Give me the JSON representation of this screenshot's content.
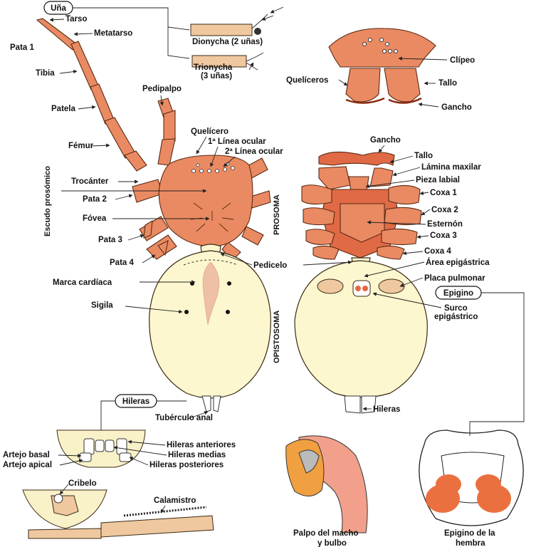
{
  "labels": {
    "una": "Uña",
    "tarso": "Tarso",
    "metatarso": "Metatarso",
    "pata1": "Pata 1",
    "tibia": "Tibia",
    "patela": "Patela",
    "femur": "Fémur",
    "pedipalpo": "Pedipalpo",
    "trocanter": "Trocánter",
    "pata2": "Pata 2",
    "fovea": "Fóvea",
    "pata3": "Pata 3",
    "pata4": "Pata 4",
    "marca_cardiaca": "Marca cardíaca",
    "sigila": "Sigila",
    "escudo_prosomico": "Escudo prosómico",
    "dionycha": "Dionycha (2 uñas)",
    "trionycha_1": "Trionycha",
    "trionycha_2": "(3 uñas)",
    "queliceros": "Quelíceros",
    "clipeo": "Clípeo",
    "tallo_top": "Tallo",
    "gancho_top": "Gancho",
    "quelicero": "Quelícero",
    "linea_ocular_1": "1ª Línea ocular",
    "linea_ocular_2": "2ª Línea ocular",
    "gancho": "Gancho",
    "tallo": "Tallo",
    "lamina_maxilar": "Lámina maxilar",
    "pieza_labial": "Pieza labial",
    "coxa1": "Coxa 1",
    "coxa2": "Coxa 2",
    "esternon": "Esternón",
    "coxa3": "Coxa 3",
    "coxa4": "Coxa 4",
    "prosoma": "PROSOMA",
    "pedicelo": "Pedicelo",
    "area_epigastrica": "Área epigástrica",
    "placa_pulmonar": "Placa pulmonar",
    "epigino": "Epigino",
    "surco_1": "Surco",
    "surco_2": "epigástrico",
    "opistosoma": "OPISTOSOMA",
    "hileras_pill": "Hileras",
    "tuberculo_anal": "Tubérculo anal",
    "hileras": "Hileras",
    "hileras_anteriores": "Hileras anteriores",
    "artejo_basal": "Artejo basal",
    "hileras_medias": "Hileras medias",
    "artejo_apical": "Artejo apical",
    "hileras_posteriores": "Hileras posteriores",
    "cribelo": "Cribelo",
    "calamistro": "Calamistro",
    "palpo_1": "Palpo del macho",
    "palpo_2": "y bulbo",
    "epigino_hembra_1": "Epigino de la",
    "epigino_hembra_2": "hembra"
  },
  "colors": {
    "orange": "#ea8a62",
    "dark_orange": "#e06a45",
    "cream": "#fdf7cf",
    "tan": "#efc8a0"
  }
}
